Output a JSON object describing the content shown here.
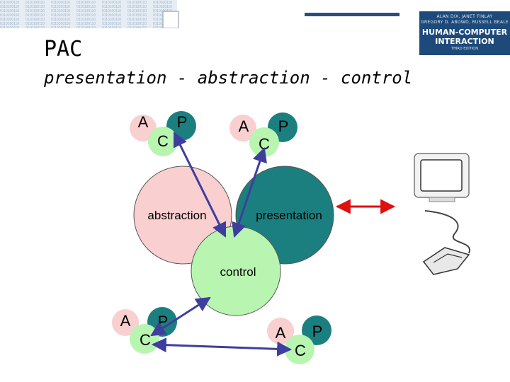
{
  "header": {
    "title": "PAC",
    "subtitle": "presentation - abstraction  - control"
  },
  "book_cover": {
    "authors_line1": "ALAN DIX, JANET FINLAY",
    "authors_line2": "GREGORY D. ABOWD, RUSSELL BEALE",
    "title_line1": "HUMAN-COMPUTER",
    "title_line2": "INTERACTION",
    "edition": "THIRD EDITION",
    "color": "#1d4a7a"
  },
  "diagram": {
    "nodes": {
      "abstraction": "abstraction",
      "presentation": "presentation",
      "control": "control"
    },
    "agents": [
      {
        "a": "A",
        "p": "P",
        "c": "C"
      },
      {
        "a": "A",
        "p": "P",
        "c": "C"
      },
      {
        "a": "A",
        "p": "P",
        "c": "C"
      },
      {
        "a": "A",
        "p": "P",
        "c": "C"
      }
    ],
    "colors": {
      "abstraction": "#f9cfcf",
      "presentation": "#1c7f7f",
      "control": "#b8f5b0",
      "arrow": "#3e3e9e",
      "io_arrow": "#e01010"
    },
    "devices": [
      "monitor-icon",
      "mouse-icon"
    ]
  }
}
